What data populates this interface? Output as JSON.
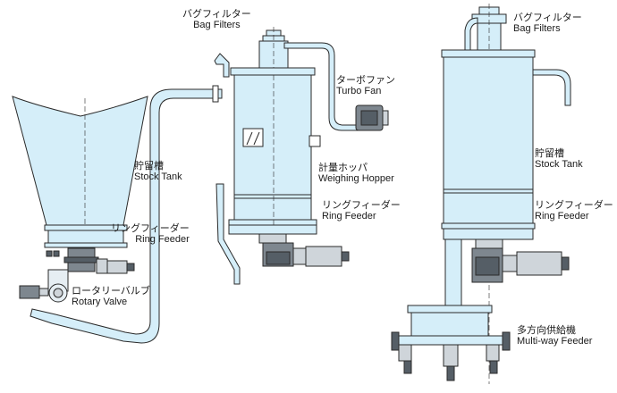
{
  "colors": {
    "fill": "#d5eef9",
    "stroke": "#2a2a2a",
    "dark": "#555e66",
    "machine": "#7e878f"
  },
  "labels": {
    "bag_filters_1": {
      "jp": "バグフィルター",
      "en": "Bag Filters"
    },
    "bag_filters_2": {
      "jp": "バグフィルター",
      "en": "Bag Filters"
    },
    "turbo_fan": {
      "jp": "ターボファン",
      "en": "Turbo Fan"
    },
    "stock_tank_1": {
      "jp": "貯留槽",
      "en": "Stock Tank"
    },
    "stock_tank_2": {
      "jp": "貯留槽",
      "en": "Stock Tank"
    },
    "weighing_hopper": {
      "jp": "計量ホッパ",
      "en": "Weighing Hopper"
    },
    "ring_feeder_1": {
      "jp": "リングフィーダー",
      "en": "Ring Feeder"
    },
    "ring_feeder_2": {
      "jp": "リングフィーダー",
      "en": "Ring Feeder"
    },
    "ring_feeder_3": {
      "jp": "リングフィーダー",
      "en": "Ring Feeder"
    },
    "rotary_valve": {
      "jp": "ロータリーバルブ",
      "en": "Rotary Valve"
    },
    "multi_way_feeder": {
      "jp": "多方向供給機",
      "en": "Multi-way Feeder"
    }
  }
}
